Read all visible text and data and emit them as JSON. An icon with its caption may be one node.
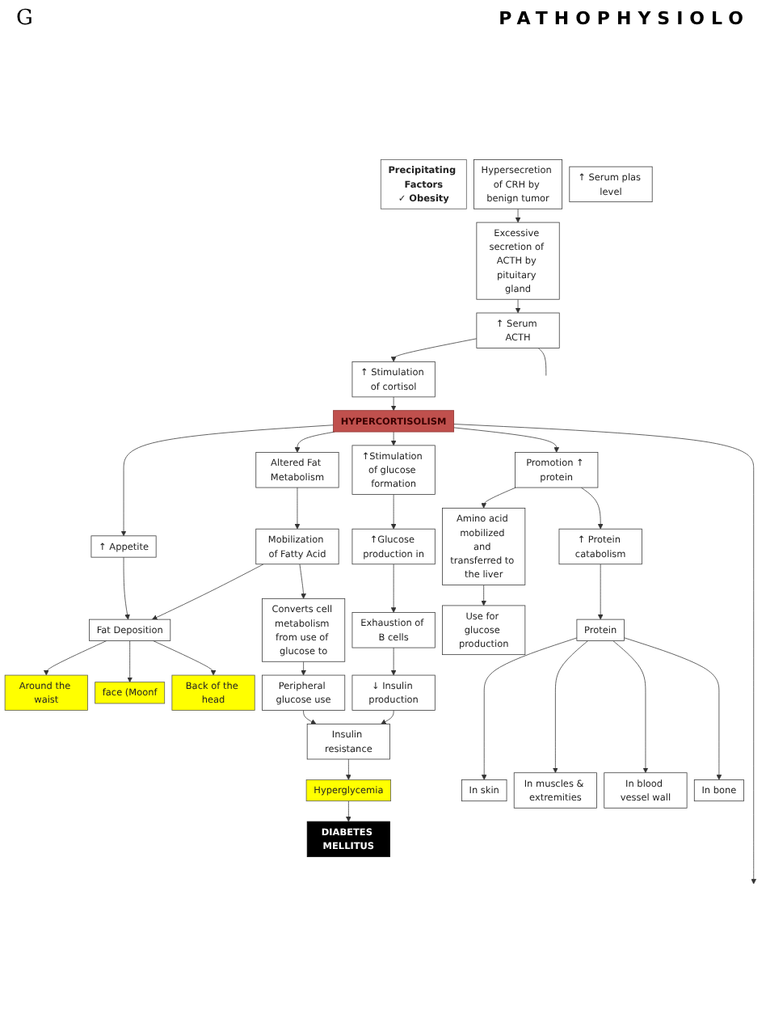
{
  "diagram": {
    "title": "PATHOPHYSIOLO",
    "nodes": [
      {
        "text": [
          "Precipitating Factors",
          "✓ Obesity"
        ]
      },
      {
        "text": [
          "Hypersecretion of CRH by benign tumor"
        ]
      },
      {
        "text": [
          "Excessive secretion of ACTH by pituitary gland"
        ]
      },
      {
        "text": [
          "↑ Serum ACTH"
        ]
      },
      {
        "text": [
          "↑ Stimulation of cortisol"
        ]
      },
      {
        "text": [
          "HYPERCORTISOLISM"
        ]
      },
      {
        "text": [
          "↑ Appetite"
        ]
      },
      {
        "text": [
          "Altered Fat Metabolism"
        ]
      },
      {
        "text": [
          "↑Stimulation of glucose formation"
        ]
      },
      {
        "text": [
          "Promotion ↑ protein"
        ]
      },
      {
        "text": [
          "Mobilization of Fatty Acid"
        ]
      },
      {
        "text": [
          "↑Glucose production in"
        ]
      },
      {
        "text": [
          "Amino acid mobilized and transferred to the liver"
        ]
      },
      {
        "text": [
          "↑ Protein catabolism"
        ]
      },
      {
        "text": [
          "Fat Deposition"
        ]
      },
      {
        "text": [
          "Converts cell metabolism from use of glucose to"
        ]
      },
      {
        "text": [
          "Exhaustion of B cells"
        ]
      },
      {
        "text": [
          "Use for glucose production"
        ]
      },
      {
        "text": [
          "Protein"
        ]
      },
      {
        "text": [
          "↓ Insulin production"
        ]
      },
      {
        "text": [
          "Peripheral glucose use"
        ]
      },
      {
        "text": [
          "Insulin resistance"
        ]
      },
      {
        "text": [
          "Hyperglycemia"
        ]
      },
      {
        "text": [
          "Around the waist"
        ]
      },
      {
        "text": [
          "face (Moonf"
        ]
      },
      {
        "text": [
          "Back of the head"
        ]
      },
      {
        "text": [
          "DIABETES MELLITUS"
        ]
      },
      {
        "text": [
          "↑ Serum plas level"
        ]
      },
      {
        "text": [
          "In skin"
        ]
      },
      {
        "text": [
          "In muscles & extremities"
        ]
      },
      {
        "text": [
          "In blood vessel wall"
        ]
      },
      {
        "text": [
          "In bone"
        ]
      }
    ],
    "edges": [
      {
        "from": 1,
        "to": 2,
        "arrow": "to"
      },
      {
        "from": 2,
        "to": 3,
        "arrow": "to"
      },
      {
        "from": 3,
        "to": 4,
        "arrow": "to"
      },
      {
        "from": 4,
        "to": 5,
        "arrow": "to"
      },
      {
        "from": 5,
        "to": 6,
        "arrow": "to"
      },
      {
        "from": 5,
        "to": 7,
        "arrow": "to"
      },
      {
        "from": 5,
        "to": 8,
        "arrow": "to"
      },
      {
        "from": 5,
        "to": 9,
        "arrow": "to"
      },
      {
        "from": 7,
        "to": 10,
        "arrow": "to"
      },
      {
        "from": 8,
        "to": 11,
        "arrow": "to"
      },
      {
        "from": 9,
        "to": 12,
        "arrow": "to"
      },
      {
        "from": 9,
        "to": 13,
        "arrow": "to"
      },
      {
        "from": 6,
        "to": 14,
        "arrow": "to"
      },
      {
        "from": 10,
        "to": 14,
        "arrow": "to"
      },
      {
        "from": 10,
        "to": 15,
        "arrow": "to"
      },
      {
        "from": 11,
        "to": 16,
        "arrow": "to"
      },
      {
        "from": 12,
        "to": 17,
        "arrow": "to"
      },
      {
        "from": 13,
        "to": 18,
        "arrow": "to"
      },
      {
        "from": 16,
        "to": 19,
        "arrow": "to"
      },
      {
        "from": 15,
        "to": 20,
        "arrow": "to"
      },
      {
        "from": 19,
        "to": 21,
        "arrow": "to"
      },
      {
        "from": 20,
        "to": 21,
        "arrow": "to"
      },
      {
        "from": 21,
        "to": 22,
        "arrow": "to"
      },
      {
        "from": 14,
        "to": 23,
        "arrow": "to"
      },
      {
        "from": 14,
        "to": 24,
        "arrow": "to"
      },
      {
        "from": 14,
        "to": 25,
        "arrow": "to"
      },
      {
        "from": 22,
        "to": 26,
        "arrow": "to"
      },
      {
        "from": 18,
        "to": 28,
        "arrow": "to"
      },
      {
        "from": 18,
        "to": 29,
        "arrow": "to"
      },
      {
        "from": 18,
        "to": 30,
        "arrow": "to"
      },
      {
        "from": 18,
        "to": 31,
        "arrow": "to"
      },
      {
        "from": 3,
        "to": null,
        "arrow": "none"
      },
      {
        "from": 5,
        "to": null,
        "arrow": "to"
      }
    ],
    "labels": [
      "G"
    ]
  }
}
